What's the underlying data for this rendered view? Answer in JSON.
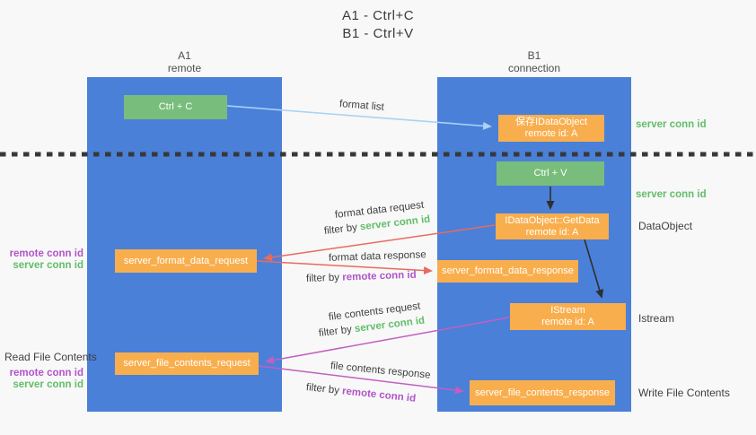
{
  "title": {
    "line1": "A1 - Ctrl+C",
    "line2": "B1 - Ctrl+V"
  },
  "lanes": {
    "left": {
      "name": "A1",
      "role": "remote"
    },
    "right": {
      "name": "B1",
      "role": "connection"
    }
  },
  "nodes": {
    "ctrl_c": {
      "label": "Ctrl + C"
    },
    "ctrl_v": {
      "label": "Ctrl + V"
    },
    "save_dataobject": {
      "line1": "保存IDataObject",
      "line2": "remote id: A"
    },
    "getdata": {
      "line1": "IDataObject::GetData",
      "line2": "remote id: A"
    },
    "istream": {
      "line1": "IStream",
      "line2": "remote id: A"
    },
    "format_request": {
      "label": "server_format_data_request"
    },
    "format_response": {
      "label": "server_format_data_response"
    },
    "file_request": {
      "label": "server_file_contents_request"
    },
    "file_response": {
      "label": "server_file_contents_response"
    }
  },
  "arrow_labels": {
    "format_list": "format list",
    "format_data_request": "format data request",
    "format_data_response": "format data response",
    "file_contents_request": "file contents request",
    "file_contents_response": "file contents response",
    "filter_by": "filter by",
    "server_conn_id": "server conn id",
    "remote_conn_id": "remote conn id"
  },
  "side_labels": {
    "server_conn_id_top": "server conn id",
    "server_conn_id_mid": "server conn id",
    "dataobject": "DataObject",
    "istream": "Istream",
    "write_file_contents": "Write File Contents",
    "read_file_contents": "Read File Contents",
    "remote_conn_id": "remote conn id",
    "server_conn_id": "server conn id"
  },
  "colors": {
    "lane_blue": "#4a80d8",
    "green_box": "#78bd7c",
    "orange_box": "#f9ae4d",
    "green_text": "#63bd6a",
    "purple_text": "#b254c8",
    "red_arrow": "#e96a5f",
    "magenta_arrow": "#c25fc2",
    "light_blue_arrow": "#a8d3f2",
    "black_arrow": "#2f2f2f",
    "dotted_line": "#383838",
    "background": "#f8f8f8"
  }
}
